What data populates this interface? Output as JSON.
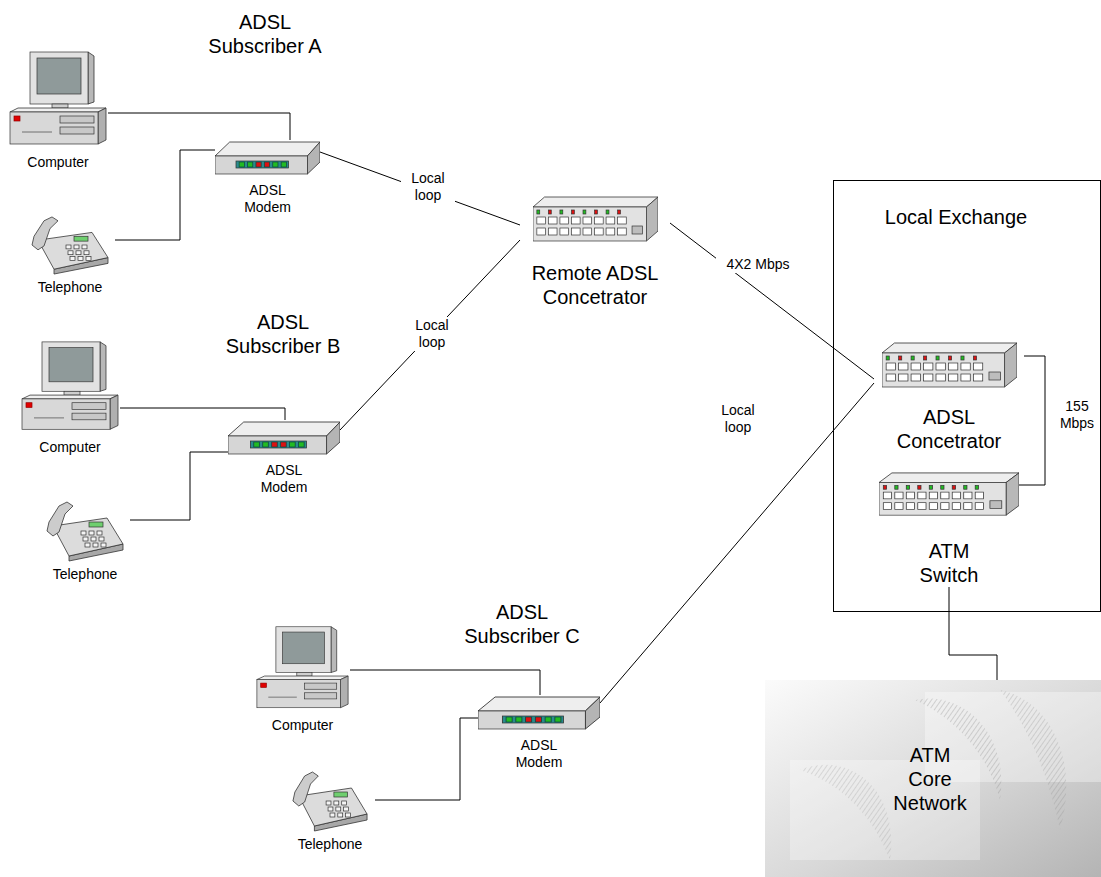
{
  "diagram": {
    "nodes": [
      {
        "text": [
          "Computer"
        ]
      },
      {
        "text": [
          "Telephone"
        ]
      },
      {
        "text": [
          "ADSL Modem"
        ]
      },
      {
        "text": [
          "Remote ADSL Concetrator"
        ]
      },
      {
        "text": [
          "Computer"
        ]
      },
      {
        "text": [
          "Telephone"
        ]
      },
      {
        "text": [
          "ADSL Modem"
        ]
      },
      {
        "text": [
          "Local Exchange"
        ]
      },
      {
        "text": [
          "ADSL Concetrator"
        ],
        "in": 7
      },
      {
        "text": [
          "ATM Switch"
        ],
        "in": 7
      },
      {
        "text": [
          "Computer"
        ]
      },
      {
        "text": [
          "Telephone"
        ]
      },
      {
        "text": [
          "ADSL Modem"
        ]
      },
      {
        "text": [
          "ATM Core Network"
        ]
      }
    ],
    "edges": [
      {
        "from": 0,
        "to": 2,
        "arrow": "none"
      },
      {
        "from": 1,
        "to": 2,
        "arrow": "none"
      },
      {
        "from": 2,
        "to": 3,
        "label": "Local loop",
        "arrow": "none"
      },
      {
        "from": 4,
        "to": 6,
        "arrow": "none"
      },
      {
        "from": 5,
        "to": 6,
        "arrow": "none"
      },
      {
        "from": 6,
        "to": 3,
        "label": "Local loop",
        "arrow": "none"
      },
      {
        "from": 3,
        "to": 8,
        "label": "4X2 Mbps",
        "arrow": "none"
      },
      {
        "from": 10,
        "to": 12,
        "arrow": "none"
      },
      {
        "from": 11,
        "to": 12,
        "arrow": "none"
      },
      {
        "from": 12,
        "to": 8,
        "label": "Local loop",
        "arrow": "none"
      },
      {
        "from": 8,
        "to": 9,
        "label": "155 Mbps",
        "arrow": "none"
      },
      {
        "from": 9,
        "to": 13,
        "arrow": "none"
      }
    ],
    "labels": [
      "ADSL Subscriber A",
      "ADSL Subscriber B",
      "ADSL Subscriber C"
    ]
  }
}
